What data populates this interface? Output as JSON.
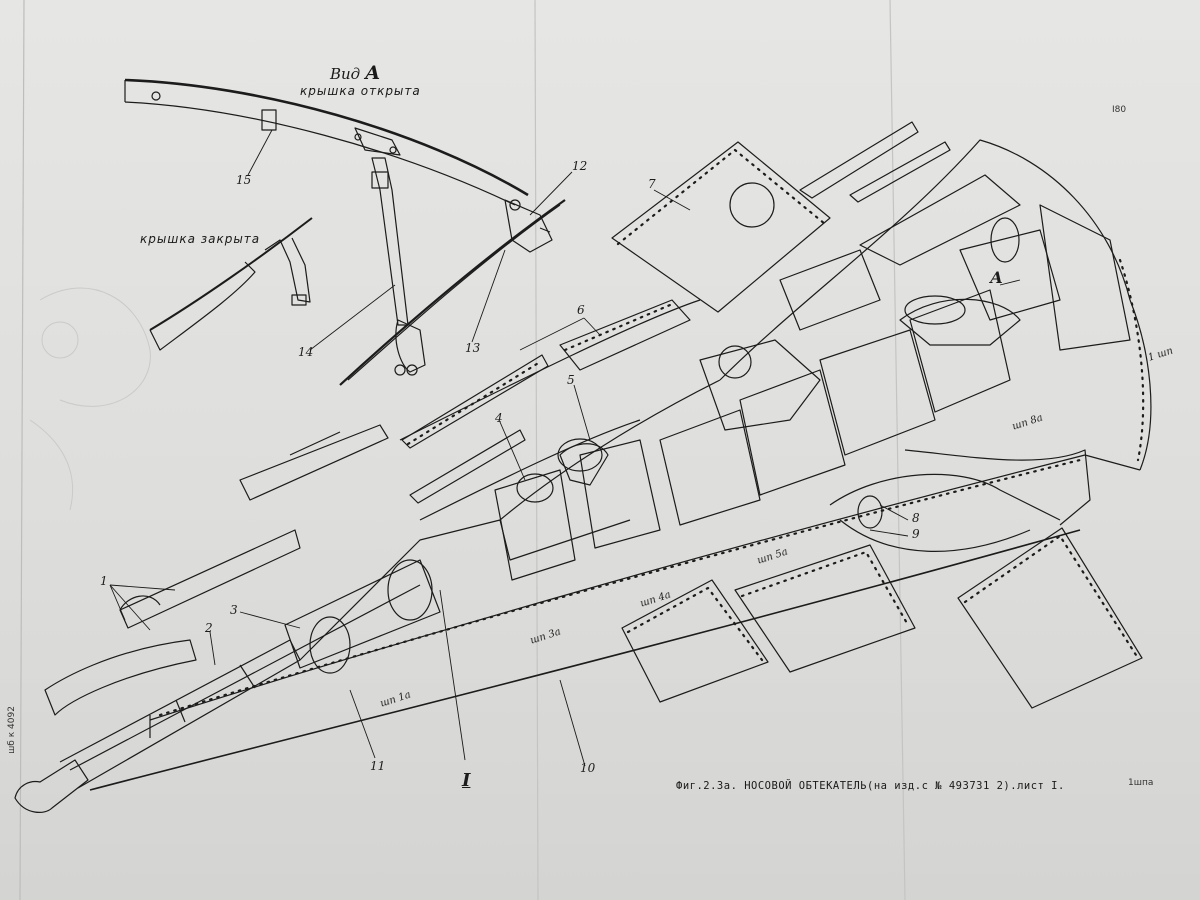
{
  "view": {
    "title_prefix": "Вид",
    "title_letter": "А",
    "lid_open": "крышка открыта",
    "lid_closed": "крышка закрыта",
    "section_arrow_label": "А"
  },
  "callouts": [
    "1",
    "2",
    "3",
    "4",
    "5",
    "6",
    "7",
    "8",
    "9",
    "10",
    "11",
    "12",
    "13",
    "14",
    "15"
  ],
  "group_label": "I",
  "frames": [
    "шп 1а",
    "шп 3а",
    "шп 4а",
    "шп 5а",
    "шп 8а",
    "1 шп"
  ],
  "caption": "Фиг.2.3а. НОСОВОЙ ОБТЕКАТЕЛЬ(на изд.с № 493731 2).лист I.",
  "margin_notes": {
    "left_vertical": "шб к 4092",
    "top_right": "Ⅰ80",
    "bottom_right": "1шпа"
  },
  "colors": {
    "paper": "#e2e2e0",
    "ink": "#1c1c1c"
  }
}
